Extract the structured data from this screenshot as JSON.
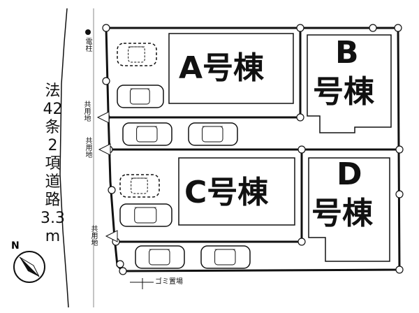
{
  "buildings": {
    "a": {
      "label": "A号棟"
    },
    "b": {
      "line1": "B",
      "line2": "号棟"
    },
    "c": {
      "label": "C号棟"
    },
    "d": {
      "line1": "D",
      "line2": "号棟"
    }
  },
  "road": {
    "line1": "法",
    "line2": "42",
    "line3": "条",
    "line4": "2",
    "line5": "項",
    "line6": "道",
    "line7": "路",
    "line8": "3.3",
    "line9": "m"
  },
  "labels": {
    "pole": "電柱",
    "shared_1": "共用地",
    "shared_2": "共用地",
    "shared_3": "共用地",
    "garbage": "ゴミ置場",
    "north": "N"
  },
  "colors": {
    "line": "#111111",
    "background": "#ffffff"
  }
}
